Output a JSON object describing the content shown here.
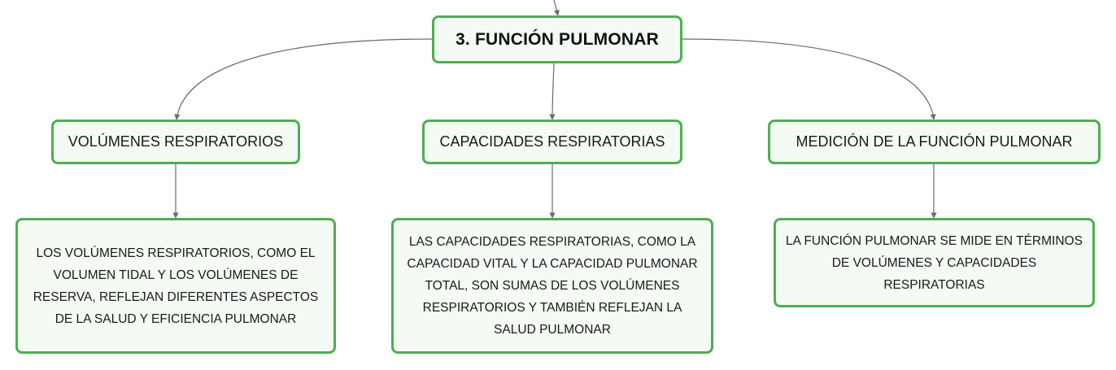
{
  "diagram": {
    "root": {
      "label": "3. FUNCIÓN PULMONAR"
    },
    "branches": [
      {
        "title": "VOLÚMENES RESPIRATORIOS",
        "detail": "LOS VOLÚMENES RESPIRATORIOS, COMO EL VOLUMEN TIDAL Y LOS VOLÚMENES DE RESERVA, REFLEJAN DIFERENTES ASPECTOS DE LA SALUD Y EFICIENCIA PULMONAR"
      },
      {
        "title": "CAPACIDADES RESPIRATORIAS",
        "detail": "LAS CAPACIDADES RESPIRATORIAS, COMO LA CAPACIDAD VITAL Y LA CAPACIDAD PULMONAR TOTAL, SON SUMAS DE LOS VOLÚMENES RESPIRATORIOS Y TAMBIÉN REFLEJAN LA SALUD PULMONAR"
      },
      {
        "title": "MEDICIÓN DE LA FUNCIÓN PULMONAR",
        "detail": "LA FUNCIÓN PULMONAR SE MIDE EN TÉRMINOS DE VOLÚMENES Y CAPACIDADES RESPIRATORIAS"
      }
    ],
    "colors": {
      "border": "#4caf50",
      "fill": "#f4faf4",
      "connector": "#6b6b6b"
    }
  }
}
